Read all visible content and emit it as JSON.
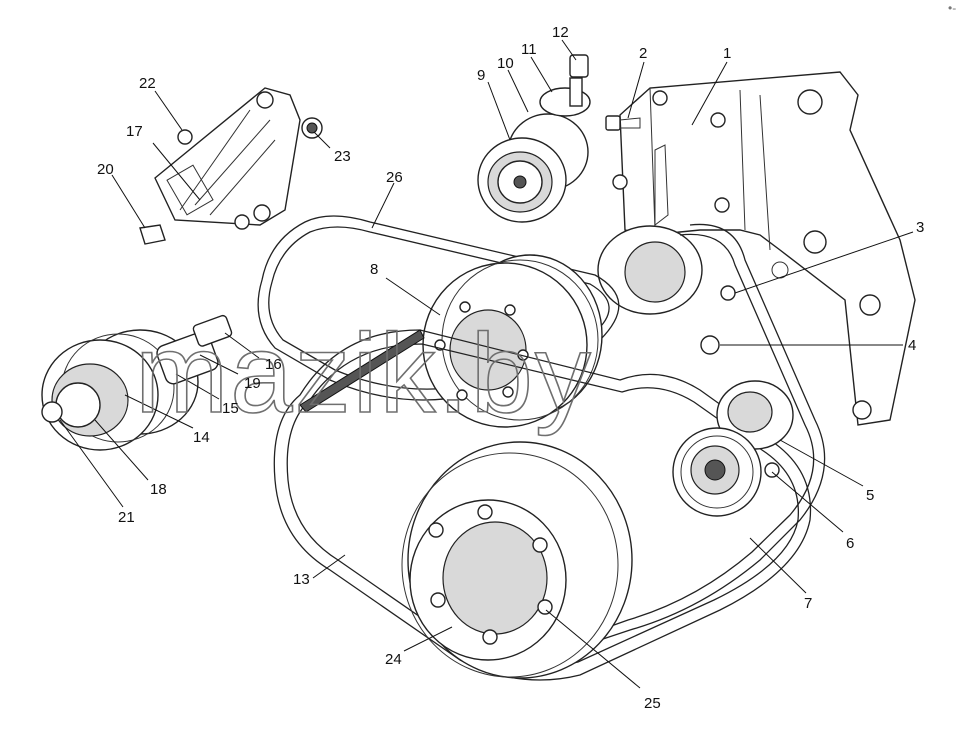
{
  "watermark": "mazik.by",
  "corner_mark": "•-",
  "callouts": [
    {
      "id": "1",
      "text": "1"
    },
    {
      "id": "2",
      "text": "2"
    },
    {
      "id": "3",
      "text": "3"
    },
    {
      "id": "4",
      "text": "4"
    },
    {
      "id": "5",
      "text": "5"
    },
    {
      "id": "6",
      "text": "6"
    },
    {
      "id": "7",
      "text": "7"
    },
    {
      "id": "8",
      "text": "8"
    },
    {
      "id": "9",
      "text": "9"
    },
    {
      "id": "10",
      "text": "10"
    },
    {
      "id": "11",
      "text": "11"
    },
    {
      "id": "12",
      "text": "12"
    },
    {
      "id": "13",
      "text": "13"
    },
    {
      "id": "14",
      "text": "14"
    },
    {
      "id": "15",
      "text": "15"
    },
    {
      "id": "16",
      "text": "16"
    },
    {
      "id": "17",
      "text": "17"
    },
    {
      "id": "18",
      "text": "18"
    },
    {
      "id": "19",
      "text": "19"
    },
    {
      "id": "20",
      "text": "20"
    },
    {
      "id": "21",
      "text": "21"
    },
    {
      "id": "22",
      "text": "22"
    },
    {
      "id": "23",
      "text": "23"
    },
    {
      "id": "24",
      "text": "24"
    },
    {
      "id": "25",
      "text": "25"
    },
    {
      "id": "26",
      "text": "26"
    }
  ]
}
